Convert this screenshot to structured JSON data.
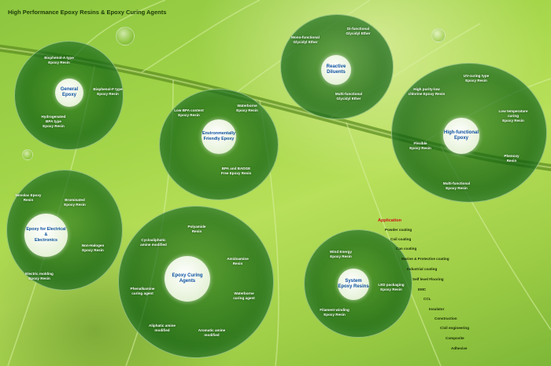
{
  "title": "High Performance Epoxy Resins & Epoxy Curing Agents",
  "groups": {
    "general": {
      "hub": "General\nEpoxy",
      "items": [
        "Bisphenol-A type\nEpoxy Resin",
        "Bisphenol-F type\nEpoxy Resin",
        "Hydrogenated\nBPA type\nEpoxy Resin"
      ]
    },
    "reactive": {
      "hub": "Reactive\nDiluents",
      "items": [
        "Mono-functional\nGlycidyl Ether",
        "Di-functional\nGlycidyl Ether",
        "Multi-functional\nGlycidyl Ether"
      ]
    },
    "eco": {
      "hub": "Environmentally\nFriendly Epoxy",
      "items": [
        "Low BPA content\nEpoxy Resin",
        "Waterborne\nEpoxy Resin",
        "BPA and BADGE\nFree Epoxy Resin"
      ]
    },
    "highfunc": {
      "hub": "High-functional\nEpoxy",
      "items": [
        "UV-curing type\nEpoxy Resin",
        "High purity-low\nchlorine Epoxy Resin",
        "Low temperature\ncuring\nEpoxy Resin",
        "Flexible\nEpoxy Resin",
        "Phenoxy\nResin",
        "Multi-functional\nEpoxy Resin"
      ]
    },
    "electrical": {
      "hub": "Epoxy for Electrical &\nElectronics",
      "items": [
        "Novolac Epoxy\nResin",
        "Brominated\nEpoxy Resin",
        "Non-Halogen\nEpoxy Resin",
        "Electric molding\nEpoxy Resin"
      ]
    },
    "curing": {
      "hub": "Epoxy Curing\nAgents",
      "items": [
        "Polyamide\nResin",
        "Cycloaliphatic\namine modified",
        "Amidoamine\nResin",
        "Phenalkamine\ncuring agent",
        "Waterborne\ncuring agent",
        "Aliphatic amine\nmodified",
        "Aromatic amine\nmodified"
      ]
    },
    "system": {
      "hub": "System\nEpoxy Resins",
      "items": [
        "Wind Energy\nEpoxy Resin",
        "LED packaging\nEpoxy Resin",
        "Filament winding\nEpoxy Resin"
      ]
    }
  },
  "application": {
    "heading": "Application",
    "items": [
      "Powder coating",
      "Coil coating",
      "Can coating",
      "Marine & Protective coating",
      "Industrial coating",
      "Self level Flooring",
      "EMC",
      "CCL",
      "Insulator",
      "Construction",
      "Civil engineering",
      "Composite",
      "Adhesive"
    ]
  },
  "colors": {
    "hub_text": "#0a4fa0",
    "application_heading": "#d0101a",
    "leaf": "#a5d64a"
  }
}
